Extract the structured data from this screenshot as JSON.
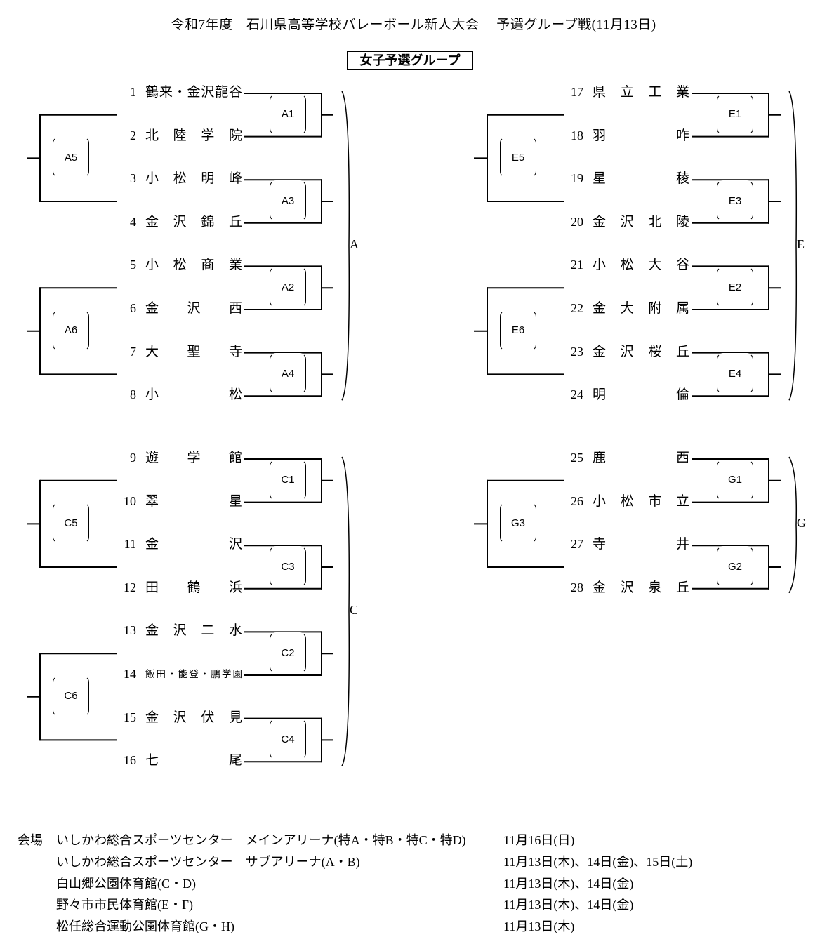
{
  "title": "令和7年度　石川県高等学校バレーボール新人大会　 予選グループ戦(11月13日)",
  "subtitle": "女子予選グループ",
  "groups": [
    {
      "label": "A",
      "teams": [
        {
          "num": "1",
          "name": "鶴来・金沢龍谷"
        },
        {
          "num": "2",
          "name": "北陸学院"
        },
        {
          "num": "3",
          "name": "小松明峰"
        },
        {
          "num": "4",
          "name": "金沢錦丘"
        },
        {
          "num": "5",
          "name": "小松商業"
        },
        {
          "num": "6",
          "name": "金　沢　西"
        },
        {
          "num": "7",
          "name": "大　聖　寺"
        },
        {
          "num": "8",
          "name": "小　　　松"
        }
      ],
      "pair_matches": [
        "A1",
        "A3",
        "A2",
        "A4"
      ],
      "cross_matches": [
        "A5",
        "A6"
      ]
    },
    {
      "label": "C",
      "teams": [
        {
          "num": "9",
          "name": "遊　学　館"
        },
        {
          "num": "10",
          "name": "翠　　　星"
        },
        {
          "num": "11",
          "name": "金　　　沢"
        },
        {
          "num": "12",
          "name": "田　鶴　浜"
        },
        {
          "num": "13",
          "name": "金沢二水"
        },
        {
          "num": "14",
          "name": "飯田・能登・鵬学園"
        },
        {
          "num": "15",
          "name": "金沢伏見"
        },
        {
          "num": "16",
          "name": "七　　　尾"
        }
      ],
      "pair_matches": [
        "C1",
        "C3",
        "C2",
        "C4"
      ],
      "cross_matches": [
        "C5",
        "C6"
      ]
    },
    {
      "label": "E",
      "teams": [
        {
          "num": "17",
          "name": "県立工業"
        },
        {
          "num": "18",
          "name": "羽　　　咋"
        },
        {
          "num": "19",
          "name": "星　　　稜"
        },
        {
          "num": "20",
          "name": "金沢北陵"
        },
        {
          "num": "21",
          "name": "小松大谷"
        },
        {
          "num": "22",
          "name": "金大附属"
        },
        {
          "num": "23",
          "name": "金沢桜丘"
        },
        {
          "num": "24",
          "name": "明　　　倫"
        }
      ],
      "pair_matches": [
        "E1",
        "E3",
        "E2",
        "E4"
      ],
      "cross_matches": [
        "E5",
        "E6"
      ]
    },
    {
      "label": "G",
      "teams": [
        {
          "num": "25",
          "name": "鹿　　　西"
        },
        {
          "num": "26",
          "name": "小松市立"
        },
        {
          "num": "27",
          "name": "寺　　　井"
        },
        {
          "num": "28",
          "name": "金沢泉丘"
        }
      ],
      "pair_matches": [
        "G1",
        "G2"
      ],
      "cross_matches": [
        "G3"
      ]
    }
  ],
  "venues": {
    "label": "会場",
    "rows": [
      {
        "venue": "いしかわ総合スポーツセンター　メインアリーナ(特A・特B・特C・特D)",
        "dates": "11月16日(日)"
      },
      {
        "venue": "いしかわ総合スポーツセンター　サブアリーナ(A・B)",
        "dates": "11月13日(木)、14日(金)、15日(土)"
      },
      {
        "venue": "白山郷公園体育館(C・D)",
        "dates": "11月13日(木)、14日(金)"
      },
      {
        "venue": "野々市市民体育館(E・F)",
        "dates": "11月13日(木)、14日(金)"
      },
      {
        "venue": "松任総合運動公園体育館(G・H)",
        "dates": "11月13日(木)"
      }
    ]
  }
}
